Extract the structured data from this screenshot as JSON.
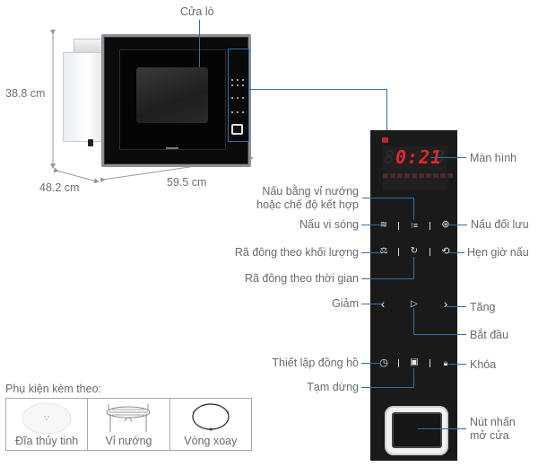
{
  "oven": {
    "door_label": "Cửa lò",
    "dimensions": {
      "height": "38.8 cm",
      "depth": "48.2 cm",
      "width": "59.5 cm"
    }
  },
  "control_panel": {
    "display": {
      "time": "0:21",
      "ghost_left": "8",
      "ghost_right": "8",
      "accent_color": "#e2262b"
    },
    "callouts": {
      "screen": "Màn hình",
      "grill_combo_line1": "Nấu bằng vỉ nướng",
      "grill_combo_line2": "hoặc chế độ kết hợp",
      "microwave": "Nấu vi sóng",
      "convection": "Nấu đối lưu",
      "defrost_weight": "Rã đông theo khối lượng",
      "timer": "Hẹn giờ nấu",
      "defrost_time": "Rã đông theo thời gian",
      "decrease": "Giảm",
      "increase": "Tăng",
      "start": "Bắt đầu",
      "clock_set": "Thiết lập đồng hồ",
      "lock": "Khóa",
      "pause": "Tạm dừng",
      "door_button_line1": "Nút nhấn",
      "door_button_line2": "mở cửa"
    },
    "buttons": {
      "microwave": "≋",
      "grill": "⁝≡",
      "convection": "⊛",
      "defrost_weight": "⚖",
      "defrost_time": "↻",
      "timer": "⟲",
      "decrease": "‹",
      "start": "▷",
      "increase": "›",
      "clock": "◷",
      "pause": "▣",
      "lock": "🔒︎"
    },
    "leader_color": "#2f6ea8"
  },
  "accessories": {
    "title": "Phụ kiện kèm theo:",
    "items": [
      {
        "label": "Đĩa thủy tinh",
        "icon": "glass-plate"
      },
      {
        "label": "Vỉ nướng",
        "icon": "grill-rack"
      },
      {
        "label": "Vòng xoay",
        "icon": "roller-ring"
      }
    ]
  }
}
